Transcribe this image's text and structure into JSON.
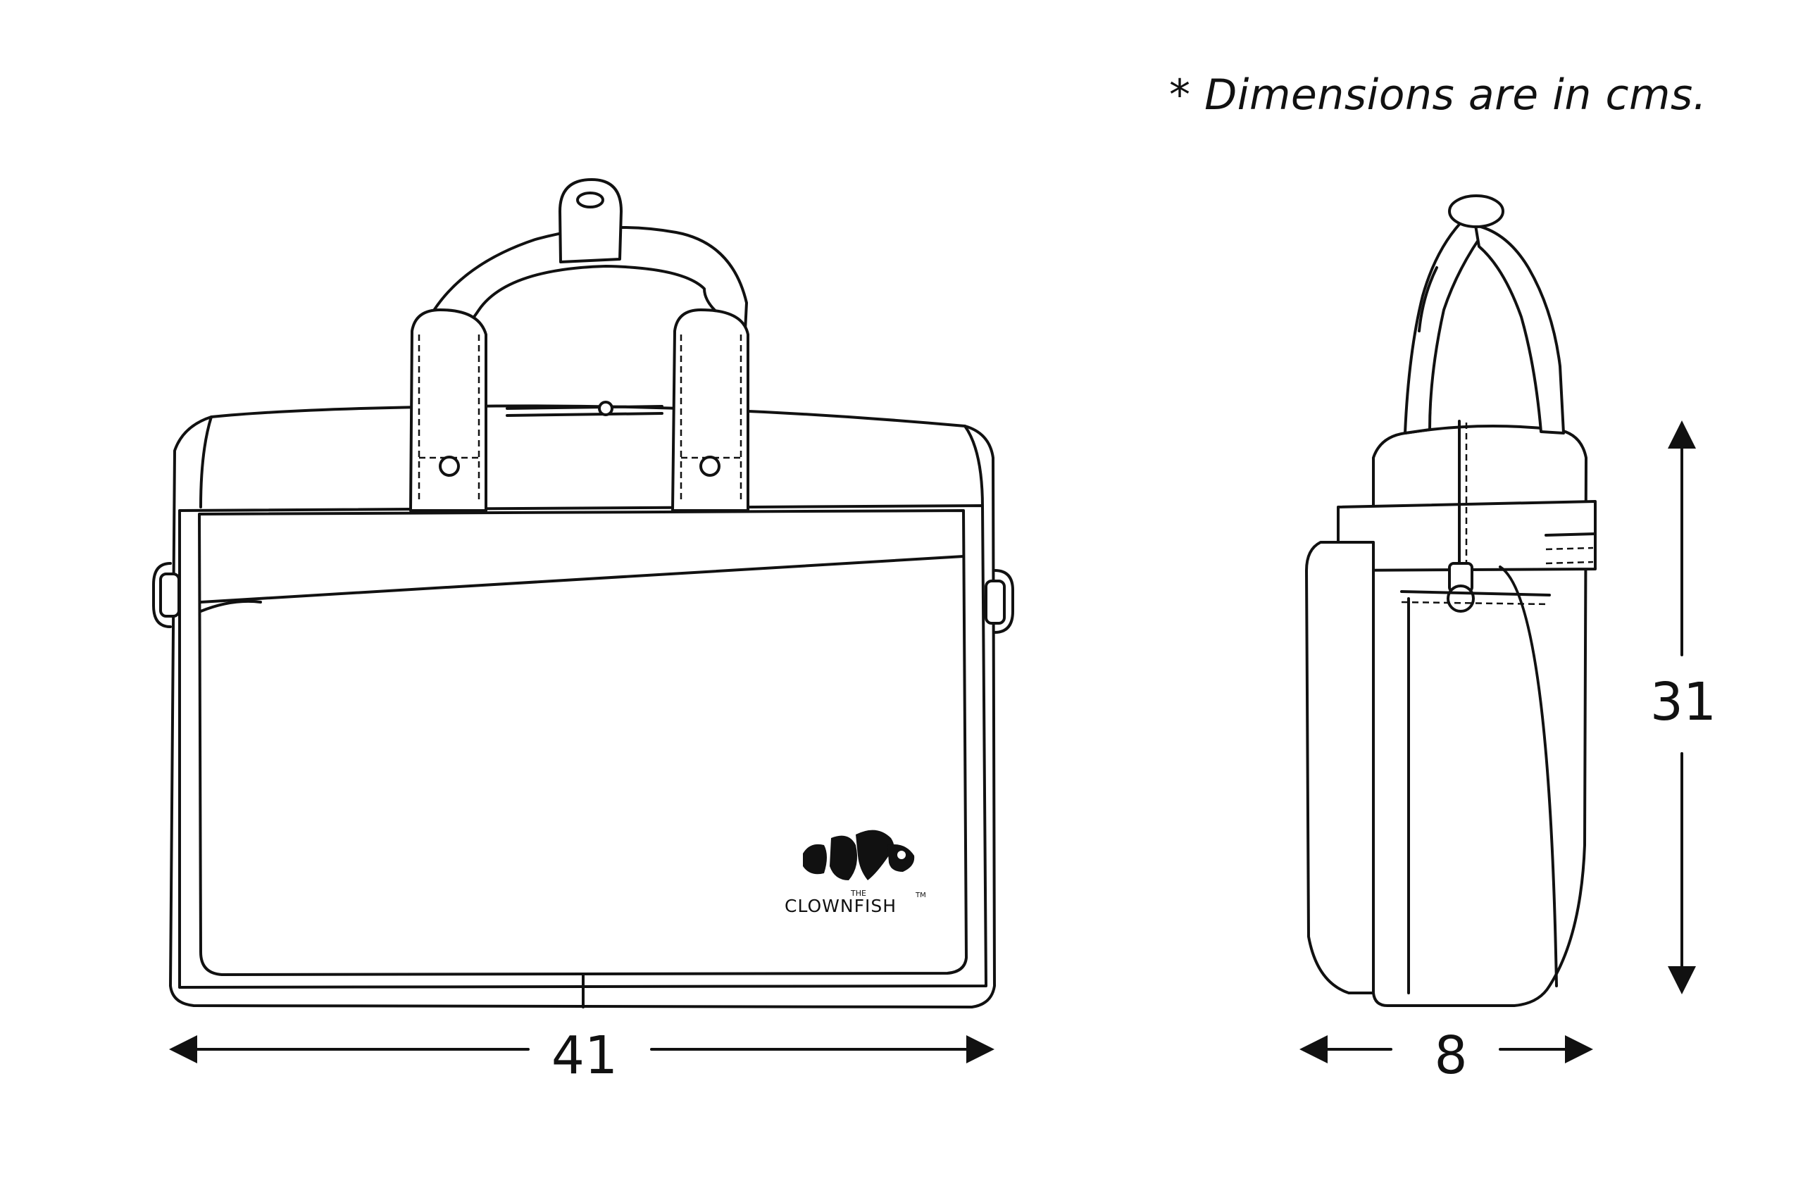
{
  "note": "* Dimensions are in cms.",
  "dimensions": {
    "width": "41",
    "depth": "8",
    "height": "31"
  },
  "logo": {
    "small": "THE",
    "brand": "CLOWNFISH",
    "tm": "TM"
  }
}
